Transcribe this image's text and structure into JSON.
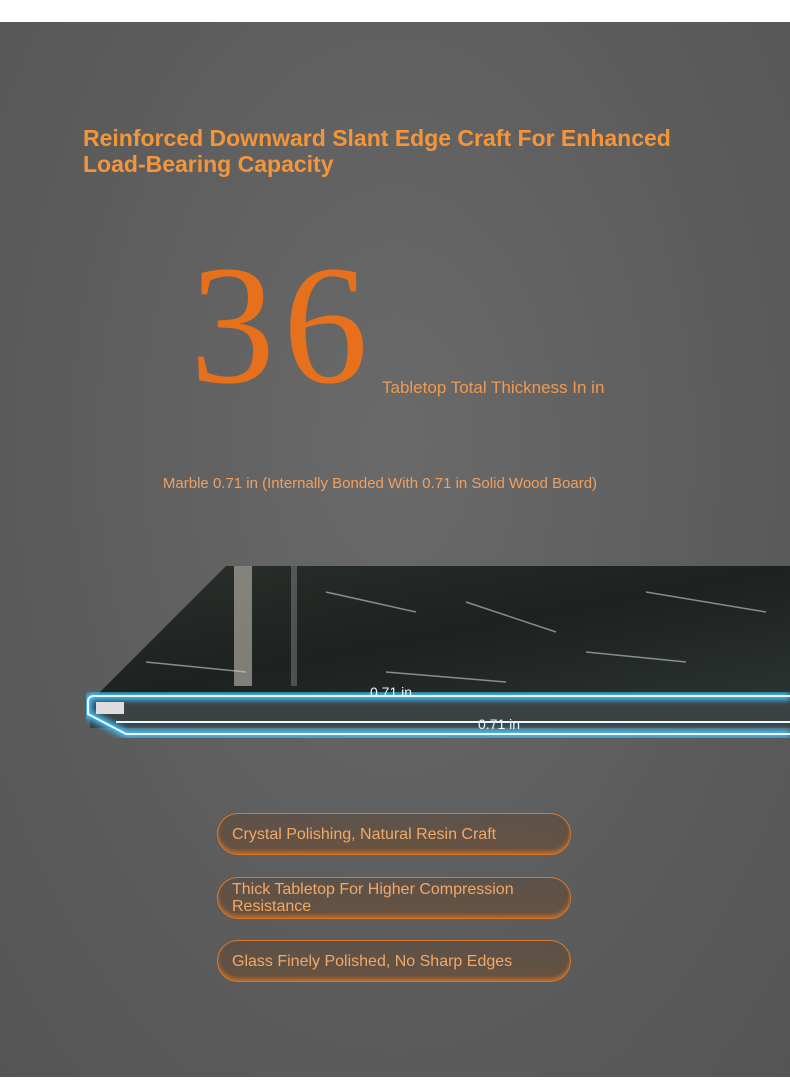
{
  "title": "Reinforced Downward Slant Edge Craft For Enhanced Load-Bearing Capacity",
  "thickness_value": "36",
  "thickness_label": "Tabletop Total Thickness In in",
  "marble_note": "Marble 0.71 in (Internally Bonded With 0.71 in Solid Wood Board)",
  "layers": {
    "top": "0.71 in",
    "bottom": "0.71 in"
  },
  "features": [
    "Crystal Polishing, Natural Resin Craft",
    "Thick Tabletop For Higher Compression Resistance",
    "Glass Finely Polished, No Sharp Edges"
  ],
  "colors": {
    "accent": "#f5953a",
    "glow": "#3fc3ff"
  }
}
